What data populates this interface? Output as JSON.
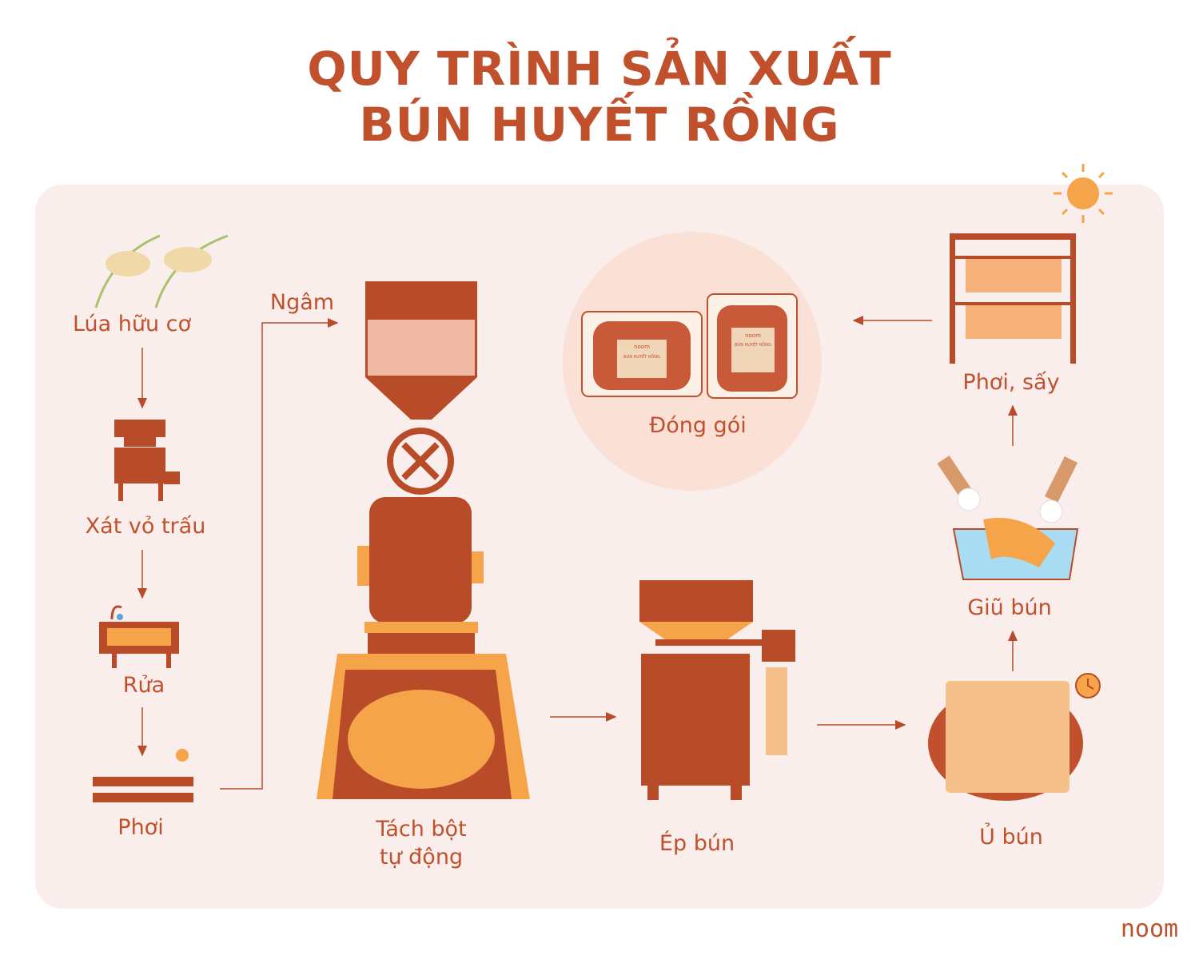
{
  "title": {
    "line1": "QUY TRÌNH SẢN XUẤT",
    "line2": "BÚN HUYẾT RỒNG"
  },
  "steps": {
    "rice": "Lúa hữu cơ",
    "husk": "Xát vỏ trấu",
    "wash": "Rửa",
    "dry_sun": "Phơi",
    "soak": "Ngâm",
    "separate_line1": "Tách bột",
    "separate_line2": "tự động",
    "press": "Ép bún",
    "rest": "Ủ bún",
    "rinse": "Giũ bún",
    "dry": "Phơi, sấy",
    "pack": "Đóng gói"
  },
  "package_label": {
    "brand": "noom",
    "product": "BÚN HUYẾT RỒNG"
  },
  "brand_logo": "noom",
  "colors": {
    "primary": "#b94c28",
    "title": "#c0512c",
    "accent": "#f5a44a",
    "panel": "#faeeec",
    "circle": "#fbe0d6"
  }
}
